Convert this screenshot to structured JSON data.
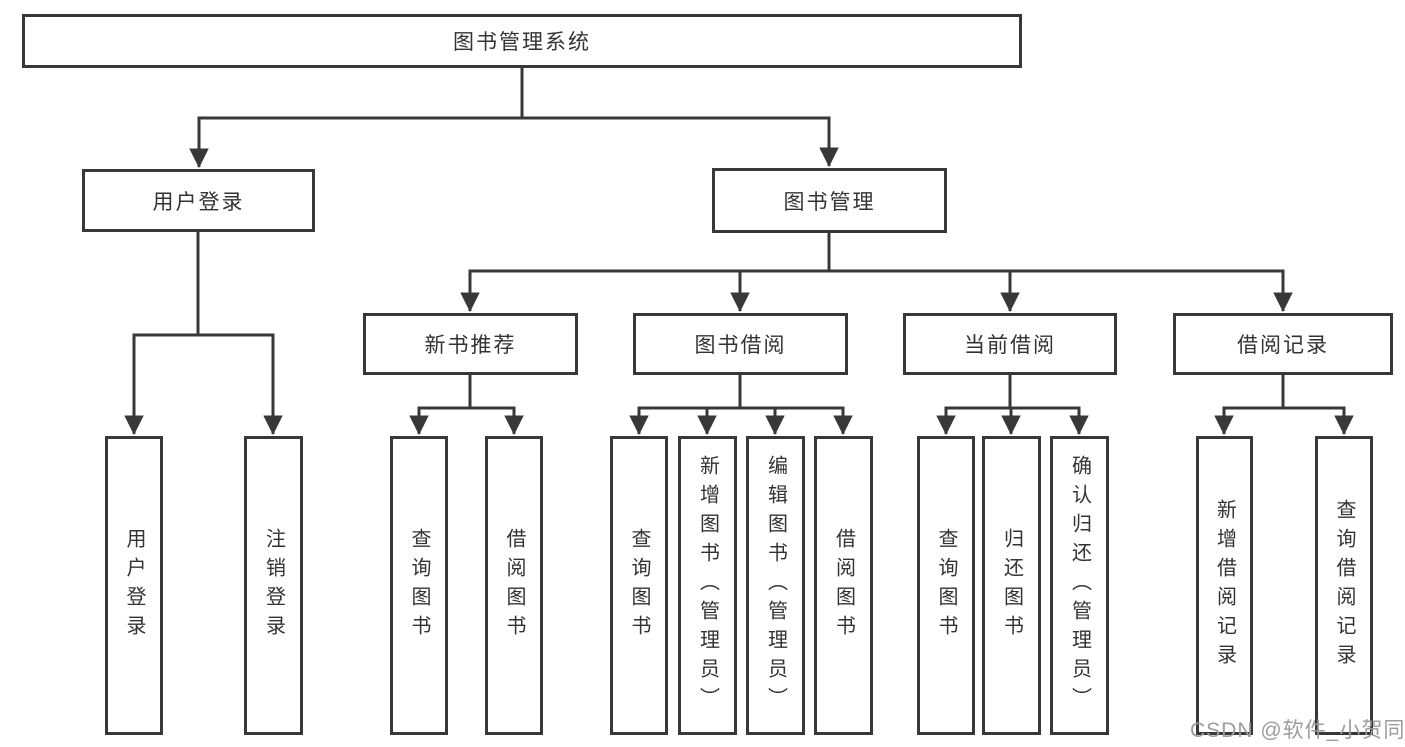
{
  "diagram": {
    "type": "tree",
    "root": {
      "label": "图书管理系统"
    },
    "level2": {
      "user_login": {
        "label": "用户登录"
      },
      "book_mgmt": {
        "label": "图书管理"
      }
    },
    "level3": {
      "new_book": {
        "label": "新书推荐"
      },
      "book_borrow": {
        "label": "图书借阅"
      },
      "current_borrow": {
        "label": "当前借阅"
      },
      "borrow_record": {
        "label": "借阅记录"
      }
    },
    "leaves": [
      "用户登录",
      "注销登录",
      "查询图书",
      "借阅图书",
      "查询图书",
      "新增图书（管理员）",
      "编辑图书（管理员）",
      "借阅图书",
      "查询图书",
      "归还图书",
      "确认归还（管理员）",
      "新增借阅记录",
      "查询借阅记录"
    ]
  },
  "watermark": "CSDN @软件_小贺同学",
  "colors": {
    "line": "#383838",
    "text": "#333333",
    "watermark": "#9b9ca0",
    "background": "#ffffff"
  }
}
